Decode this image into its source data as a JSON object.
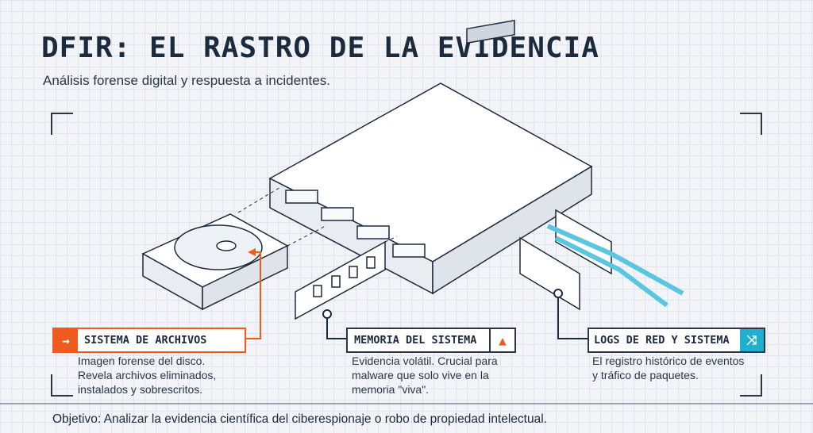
{
  "header": {
    "title": "DFIR: EL RASTRO DE LA EVIDENCIA",
    "subtitle": "Análisis forense digital y respuesta a incidentes."
  },
  "callouts": [
    {
      "label": "SISTEMA DE ARCHIVOS",
      "icon": "arrow-right-icon",
      "color": "#f05a1e",
      "description": [
        "Imagen forense del disco.",
        "Revela archivos eliminados,",
        "instalados y sobrescritos."
      ]
    },
    {
      "label": "MEMORIA DEL SISTEMA",
      "icon": "warning-icon",
      "color": "#f05a1e",
      "description": [
        "Evidencia volátil. Crucial para",
        "malware que solo vive en la",
        "memoria \"viva\"."
      ]
    },
    {
      "label": "LOGS DE RED Y SISTEMA",
      "icon": "shuffle-icon",
      "color": "#1fb0d0",
      "description": [
        "El registro histórico de eventos",
        "y tráfico de paquetes."
      ]
    }
  ],
  "footer": {
    "objective": "Objetivo: Analizar la evidencia científica del ciberespionaje o robo de propiedad intelectual."
  }
}
